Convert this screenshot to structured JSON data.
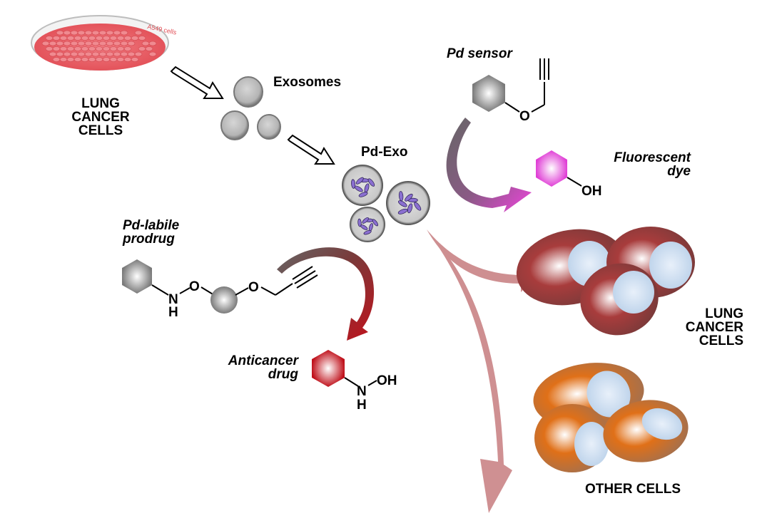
{
  "figure": {
    "petri_dish": {
      "label": "A549 cells",
      "caption": "LUNG\nCANCER\nCELLS"
    },
    "exosomes": {
      "label": "Exosomes"
    },
    "pd_exo": {
      "label": "Pd-Exo"
    },
    "pd_sensor": {
      "label": "Pd sensor",
      "atoms": [
        "O"
      ]
    },
    "fluorescent_dye": {
      "label": "Fluorescent\ndye",
      "atoms": [
        "OH"
      ]
    },
    "prodrug": {
      "label": "Pd-labile\nprodrug",
      "atoms": [
        "N",
        "H",
        "O",
        "O"
      ]
    },
    "anticancer_drug": {
      "label": "Anticancer\ndrug",
      "atoms": [
        "N",
        "OH",
        "H"
      ]
    },
    "lung_cancer_cells": {
      "label": "LUNG\nCANCER\nCELLS"
    },
    "other_cells": {
      "label": "OTHER CELLS"
    },
    "colors": {
      "dish": "#e8585f",
      "exosome": "#a8a8a8",
      "palladium": "#8a6fd0",
      "sensor_ring": "#7a7a7a",
      "dye": "#e648d8",
      "drug": "#c0121c",
      "cancer_cell": "#8e2b2b",
      "other_cell": "#e07018",
      "nucleus": "#cfe0f2",
      "targeting_arrow": "#cc8a8c"
    }
  }
}
